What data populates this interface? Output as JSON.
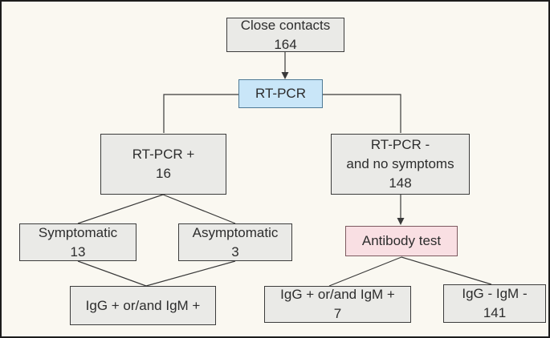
{
  "figure": {
    "title": "Close contacts RT-PCR and antibody testing flowchart",
    "background_color": "#faf8f1",
    "outer_border_color": "#1c1c1c"
  },
  "colors": {
    "node_fill": "#eaeae7",
    "node_border": "#3c3c3c",
    "rt_pcr_fill": "#c9e6f8",
    "rt_pcr_border": "#4f7a96",
    "antibody_fill": "#f9dfe3",
    "antibody_border": "#7d5a60",
    "connector": "#3a3a3a",
    "text": "#2d2d2d"
  },
  "nodes": {
    "close_contacts": {
      "lines": [
        "Close contacts",
        "164"
      ]
    },
    "rt_pcr": {
      "lines": [
        "RT-PCR"
      ]
    },
    "rt_pcr_pos": {
      "lines": [
        "RT-PCR +",
        "16"
      ]
    },
    "rt_pcr_neg": {
      "lines": [
        "RT-PCR -",
        "and no symptoms",
        "148"
      ]
    },
    "symptomatic": {
      "lines": [
        "Symptomatic",
        "13"
      ]
    },
    "asymptomatic": {
      "lines": [
        "Asymptomatic",
        "3"
      ]
    },
    "antibody_test": {
      "lines": [
        "Antibody test"
      ]
    },
    "igg_igm_pos_left": {
      "lines": [
        "IgG + or/and IgM +"
      ]
    },
    "igg_igm_pos_right": {
      "lines": [
        "IgG + or/and IgM +",
        "7"
      ]
    },
    "igg_igm_neg": {
      "lines": [
        "IgG - IgM -",
        "141"
      ]
    }
  },
  "edges": [
    {
      "from": "close_contacts",
      "to": "rt_pcr",
      "style": "arrow"
    },
    {
      "from": "rt_pcr",
      "to": "rt_pcr_pos",
      "style": "elbow-line"
    },
    {
      "from": "rt_pcr",
      "to": "rt_pcr_neg",
      "style": "elbow-line"
    },
    {
      "from": "rt_pcr_pos",
      "to": "symptomatic",
      "style": "line"
    },
    {
      "from": "rt_pcr_pos",
      "to": "asymptomatic",
      "style": "line"
    },
    {
      "from": "symptomatic",
      "to": "igg_igm_pos_left",
      "style": "line"
    },
    {
      "from": "asymptomatic",
      "to": "igg_igm_pos_left",
      "style": "line"
    },
    {
      "from": "rt_pcr_neg",
      "to": "antibody_test",
      "style": "arrow"
    },
    {
      "from": "antibody_test",
      "to": "igg_igm_pos_right",
      "style": "line"
    },
    {
      "from": "antibody_test",
      "to": "igg_igm_neg",
      "style": "line"
    }
  ]
}
